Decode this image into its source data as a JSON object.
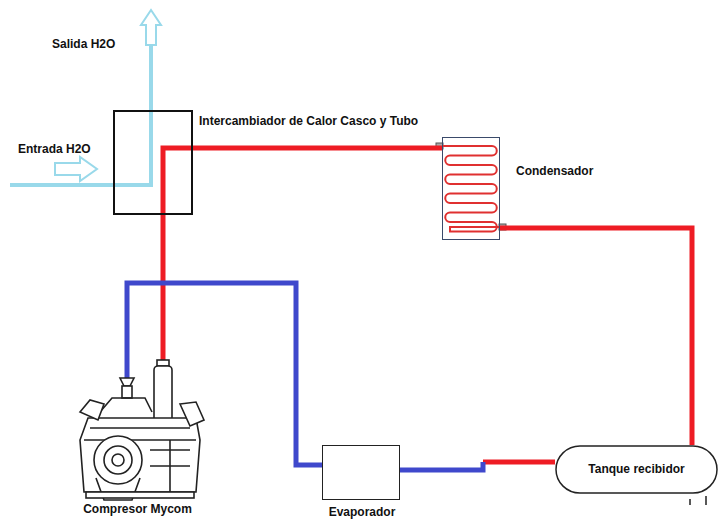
{
  "diagram": {
    "nodes": [
      {
        "text": [
          "Intercambiador de Calor Casco y Tubo"
        ]
      },
      {
        "text": [
          "Condensador"
        ]
      },
      {
        "text": [
          "Compresor Mycom"
        ]
      },
      {
        "text": [
          "Evaporador"
        ]
      },
      {
        "text": [
          "Tanque recibidor"
        ]
      }
    ],
    "edges": [
      {
        "from": 2,
        "to": 0,
        "arrow": "none"
      },
      {
        "from": 0,
        "to": 1,
        "arrow": "none"
      },
      {
        "from": 1,
        "to": 4,
        "arrow": "none"
      },
      {
        "from": 4,
        "to": 3,
        "arrow": "none"
      },
      {
        "from": 3,
        "to": 2,
        "arrow": "none"
      }
    ],
    "labels": [
      "Salida H2O",
      "Entrada H2O"
    ]
  }
}
